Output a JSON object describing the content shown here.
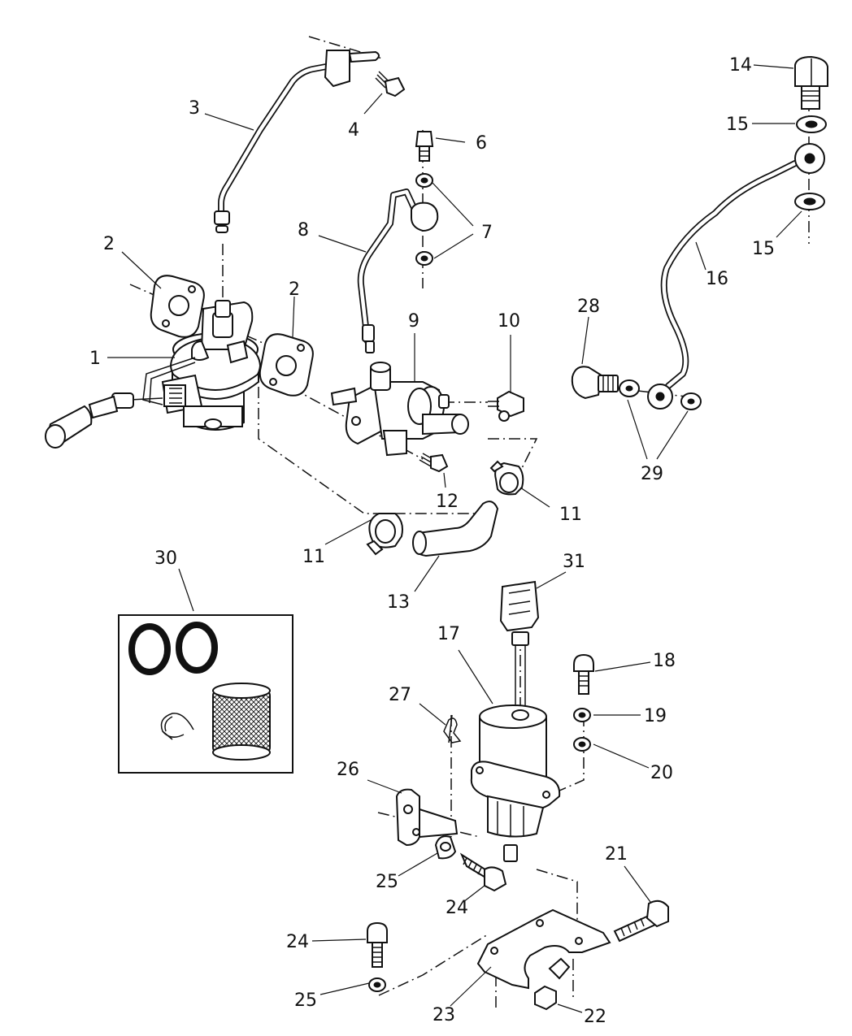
{
  "callouts": [
    {
      "id": "1",
      "text": "1"
    },
    {
      "id": "2a",
      "text": "2"
    },
    {
      "id": "2b",
      "text": "2"
    },
    {
      "id": "3",
      "text": "3"
    },
    {
      "id": "4",
      "text": "4"
    },
    {
      "id": "6",
      "text": "6"
    },
    {
      "id": "7a",
      "text": "7"
    },
    {
      "id": "7b",
      "text": "7"
    },
    {
      "id": "8",
      "text": "8"
    },
    {
      "id": "9",
      "text": "9"
    },
    {
      "id": "10",
      "text": "10"
    },
    {
      "id": "11a",
      "text": "11"
    },
    {
      "id": "11b",
      "text": "11"
    },
    {
      "id": "12",
      "text": "12"
    },
    {
      "id": "13",
      "text": "13"
    },
    {
      "id": "14",
      "text": "14"
    },
    {
      "id": "15a",
      "text": "15"
    },
    {
      "id": "15b",
      "text": "15"
    },
    {
      "id": "16",
      "text": "16"
    },
    {
      "id": "17",
      "text": "17"
    },
    {
      "id": "18",
      "text": "18"
    },
    {
      "id": "19",
      "text": "19"
    },
    {
      "id": "20",
      "text": "20"
    },
    {
      "id": "21",
      "text": "21"
    },
    {
      "id": "22",
      "text": "22"
    },
    {
      "id": "23",
      "text": "23"
    },
    {
      "id": "24a",
      "text": "24"
    },
    {
      "id": "24b",
      "text": "24"
    },
    {
      "id": "25a",
      "text": "25"
    },
    {
      "id": "25b",
      "text": "25"
    },
    {
      "id": "26",
      "text": "26"
    },
    {
      "id": "27",
      "text": "27"
    },
    {
      "id": "28",
      "text": "28"
    },
    {
      "id": "29",
      "text": "29"
    },
    {
      "id": "30",
      "text": "30"
    },
    {
      "id": "31",
      "text": "31"
    }
  ]
}
